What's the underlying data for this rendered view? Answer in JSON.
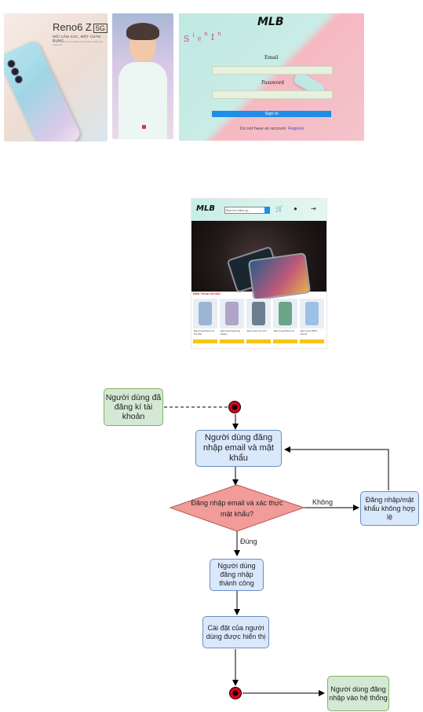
{
  "banner": {
    "ad1": {
      "brand": "Reno6 Z",
      "badge": "5G",
      "tagline": "MỖI CẢM XÚC, MỘT CHÂN DUNG",
      "note": "Chân dung Ảnh tinh thần AI Tích Hợp nhiều tính năng cao"
    },
    "signin": {
      "logo": "MLB",
      "title_letters": [
        "S",
        "i",
        "g",
        "n",
        "I",
        "n"
      ],
      "email_label": "Email",
      "password_label": "Password",
      "signin_button": "Sign In",
      "register_prompt": "Do not have an account",
      "register_link": "Register"
    }
  },
  "shop": {
    "logo": "MLB",
    "search_placeholder": "Bạn tìm kiếm gì...",
    "section_title": "ĐIỆN THOẠI NỔI BẬT",
    "products": [
      {
        "name": "Điện thoại iPhone 13 Pro Max",
        "color": "#9ab6d4"
      },
      {
        "name": "Điện thoại Samsung Galaxy",
        "color": "#b0a4c8"
      },
      {
        "name": "Điện thoại Vivo V23",
        "color": "#6d7f8f"
      },
      {
        "name": "Điện thoại iPhone 13",
        "color": "#6aa58a"
      },
      {
        "name": "Điện thoại OPPO Reno6",
        "color": "#9fc0e6"
      }
    ]
  },
  "flow": {
    "actor_registered": "Người dùng đã đăng kí tài khoản",
    "step_login": "Người dùng đăng nhập email và mật khẩu",
    "decision": "Đăng nhập email và xác thực mật khẩu?",
    "label_no": "Không",
    "invalid": "Đăng nhập/mật khẩu không hợp lệ",
    "label_yes": "Đúng",
    "success": "Người dùng đăng nhập thành công",
    "settings": "Cài đặt của người dùng được hiển thị",
    "logged_in": "Người dùng đăng nhập vào hệ thống"
  },
  "colors": {
    "green_fill": "#d5e8d4",
    "green_stroke": "#82b366",
    "blue_fill": "#dae8fc",
    "blue_stroke": "#6c8ebf",
    "decision_fill": "#f19c99",
    "decision_stroke": "#b85450",
    "node_red": "#e0001c"
  }
}
